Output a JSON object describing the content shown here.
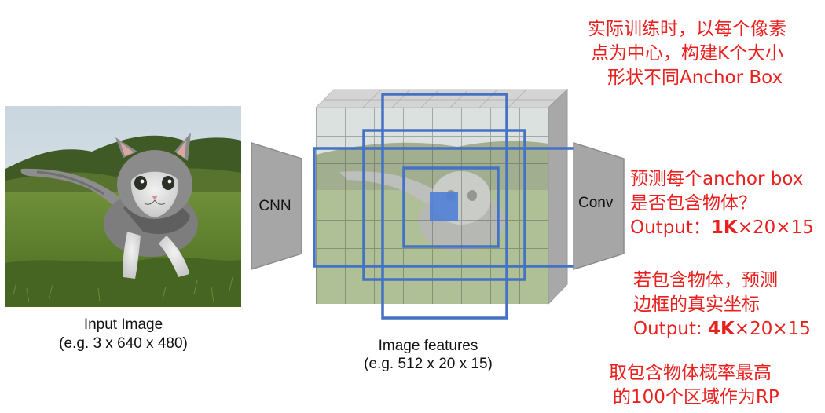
{
  "input_image": {
    "caption_line1": "Input Image",
    "caption_line2": "(e.g. 3 x 640 x 480)",
    "subject": "kitten walking on grass"
  },
  "cnn": {
    "label": "CNN"
  },
  "feature_map": {
    "caption_line1": "Image features",
    "caption_line2": "(e.g. 512 x 20 x 15)",
    "grid_cols": 8,
    "grid_rows": 7
  },
  "conv": {
    "label": "Conv"
  },
  "annotations": {
    "anchor_note": [
      "实际训练时，以每个像素",
      "点为中心，构建K个大小",
      "形状不同Anchor Box"
    ],
    "objectness": {
      "line1": "预测每个anchor box",
      "line2": "是否包含物体？",
      "output_prefix": "Output：",
      "output_bold": "1K",
      "output_suffix": "×20×15"
    },
    "regression": {
      "line1": "若包含物体，预测",
      "line2": "边框的真实坐标",
      "output_prefix": "Output: ",
      "output_bold": "4K",
      "output_suffix": "×20×15"
    },
    "proposal": [
      "取包含物体概率最高",
      "的100个区域作为RP"
    ]
  },
  "colors": {
    "annotation_red": "#e8211f",
    "anchor_box_blue": "#4472c4",
    "center_cell_blue": "#4f7fd6",
    "trapezoid_gray": "#a6a6a6"
  }
}
